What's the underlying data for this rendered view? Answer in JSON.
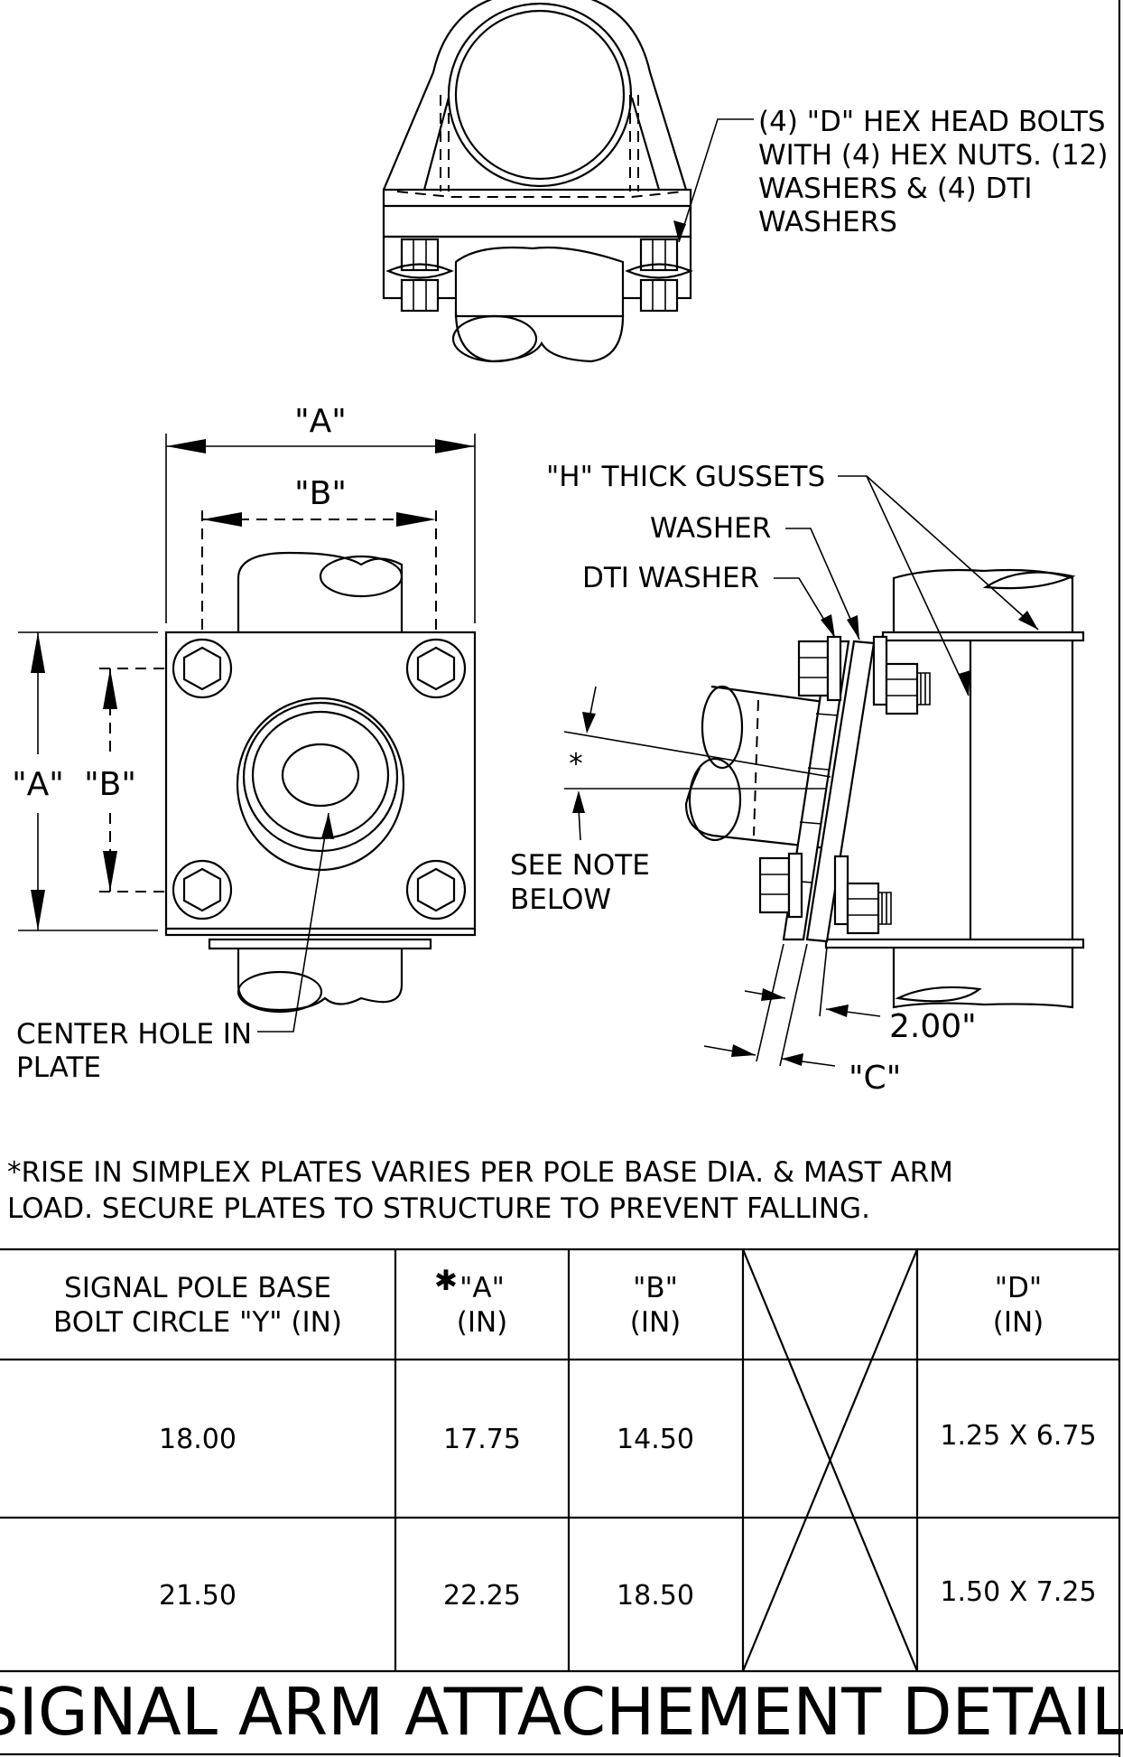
{
  "callouts": {
    "bolts": [
      "(4)  \"D\" HEX HEAD BOLTS",
      "WITH (4) HEX NUTS. (12)",
      "WASHERS & (4) DTI",
      "WASHERS"
    ],
    "gussets": "\"H\" THICK GUSSETS",
    "washer": "WASHER",
    "dti_washer": "DTI WASHER",
    "see_note": [
      "SEE NOTE",
      "BELOW"
    ],
    "center_hole": [
      "CENTER HOLE IN",
      "PLATE"
    ],
    "asterisk": "*"
  },
  "dimensions": {
    "a": "\"A\"",
    "b": "\"B\"",
    "two_in": "2.00\"",
    "c": "\"C\""
  },
  "note": [
    "*RISE IN SIMPLEX PLATES VARIES PER POLE BASE DIA. & MAST ARM",
    "LOAD. SECURE PLATES TO STRUCTURE TO PREVENT FALLING."
  ],
  "table": {
    "headers": [
      {
        "lines": [
          "SIGNAL POLE BASE",
          "BOLT CIRCLE   \"Y\" (IN)"
        ]
      },
      {
        "mark": "✱",
        "lines": [
          "\"A\"",
          "(IN)"
        ]
      },
      {
        "lines": [
          "\"B\"",
          "(IN)"
        ]
      },
      {
        "lines": []
      },
      {
        "lines": [
          "\"D\"",
          "(IN)"
        ]
      }
    ],
    "rows": [
      [
        "18.00",
        "17.75",
        "14.50",
        "",
        "1.25 X 6.75"
      ],
      [
        "21.50",
        "22.25",
        "18.50",
        "",
        "1.50 X 7.25"
      ]
    ]
  },
  "title": "SIGNAL ARM ATTACHEMENT DETAIL"
}
